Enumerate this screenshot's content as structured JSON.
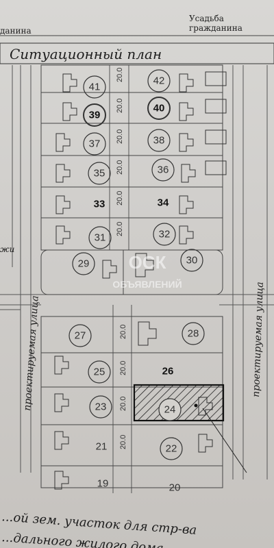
{
  "header": {
    "left_text": "данина",
    "right_text": "Усадьба гражданина"
  },
  "plan": {
    "title": "Ситуационный план",
    "road_label_left": "проектируемая улица",
    "road_label_right": "проектируемая улица",
    "edge_label": "жи",
    "lot_width_label": "20.0",
    "footer_line1": "...ой зем. участок для стр-ва",
    "footer_line2": "...дального жилого дома",
    "watermark_line1": "ОСК",
    "watermark_line2": "ОБЪЯВЛЕНИЙ"
  },
  "lots": [
    {
      "number": "41",
      "circled": true,
      "bold": false
    },
    {
      "number": "42",
      "circled": true,
      "bold": false
    },
    {
      "number": "39",
      "circled": true,
      "bold": true
    },
    {
      "number": "40",
      "circled": true,
      "bold": true
    },
    {
      "number": "37",
      "circled": true,
      "bold": false
    },
    {
      "number": "38",
      "circled": true,
      "bold": false
    },
    {
      "number": "35",
      "circled": true,
      "bold": false
    },
    {
      "number": "36",
      "circled": true,
      "bold": false
    },
    {
      "number": "33",
      "circled": false,
      "bold": true
    },
    {
      "number": "34",
      "circled": false,
      "bold": true
    },
    {
      "number": "31",
      "circled": true,
      "bold": false
    },
    {
      "number": "32",
      "circled": true,
      "bold": false
    },
    {
      "number": "29",
      "circled": true,
      "bold": false
    },
    {
      "number": "30",
      "circled": true,
      "bold": false
    },
    {
      "number": "27",
      "circled": true,
      "bold": false
    },
    {
      "number": "28",
      "circled": true,
      "bold": false
    },
    {
      "number": "25",
      "circled": true,
      "bold": false
    },
    {
      "number": "26",
      "circled": false,
      "bold": true
    },
    {
      "number": "23",
      "circled": true,
      "bold": false
    },
    {
      "number": "24",
      "circled": true,
      "bold": false,
      "highlighted": true
    },
    {
      "number": "21",
      "circled": false,
      "bold": false
    },
    {
      "number": "22",
      "circled": true,
      "bold": false
    },
    {
      "number": "19",
      "circled": false,
      "bold": false
    },
    {
      "number": "20",
      "circled": false,
      "bold": false
    }
  ],
  "colors": {
    "paper": "#d3d1cd",
    "ink": "#2a2a2a",
    "highlight_hatch": "#222222"
  }
}
